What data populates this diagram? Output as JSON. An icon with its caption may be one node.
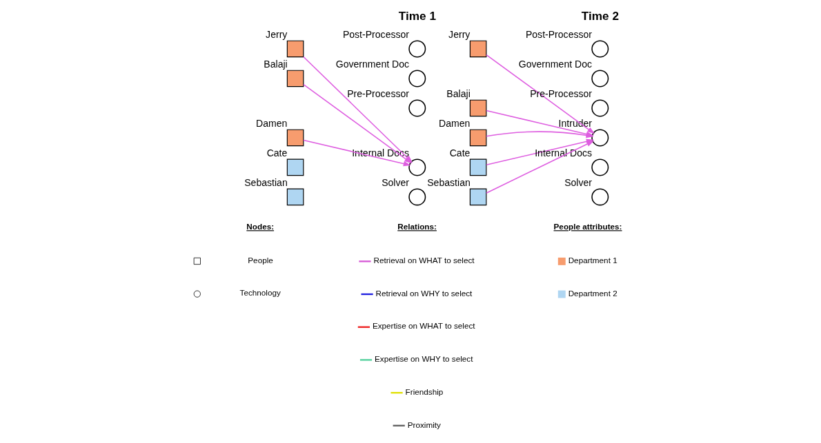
{
  "diagram": {
    "nodes": [
      {
        "text": [
          "Jerry"
        ]
      },
      {
        "text": [
          "Balaji"
        ]
      },
      {
        "text": [
          "Damen"
        ]
      },
      {
        "text": [
          "Cate"
        ]
      },
      {
        "text": [
          "Sebastian"
        ]
      },
      {
        "text": [
          "Post-Processor"
        ]
      },
      {
        "text": [
          "Government Doc"
        ]
      },
      {
        "text": [
          "Pre-Processor"
        ]
      },
      {
        "text": [
          "Internal Docs"
        ]
      },
      {
        "text": [
          "Solver"
        ]
      },
      {
        "text": [
          "Jerry"
        ]
      },
      {
        "text": [
          "Balaji"
        ]
      },
      {
        "text": [
          "Damen"
        ]
      },
      {
        "text": [
          "Cate"
        ]
      },
      {
        "text": [
          "Sebastian"
        ]
      },
      {
        "text": [
          "Post-Processor"
        ]
      },
      {
        "text": [
          "Government Doc"
        ]
      },
      {
        "text": [
          "Pre-Processor"
        ]
      },
      {
        "text": [
          "Intruder"
        ]
      },
      {
        "text": [
          "Internal Docs"
        ]
      },
      {
        "text": [
          "Solver"
        ]
      }
    ],
    "edges": [
      {
        "from": 0,
        "to": 8,
        "arrow": "to"
      },
      {
        "from": 1,
        "to": 8,
        "arrow": "to"
      },
      {
        "from": 2,
        "to": 8,
        "arrow": "to"
      },
      {
        "from": 10,
        "to": 18,
        "arrow": "to"
      },
      {
        "from": 11,
        "to": 18,
        "arrow": "to"
      },
      {
        "from": 12,
        "to": 18,
        "arrow": "to"
      },
      {
        "from": 13,
        "to": 18,
        "arrow": "to"
      },
      {
        "from": 14,
        "to": 18,
        "arrow": "to"
      }
    ],
    "labels": [
      "Time 1",
      "Time 2",
      "Nodes:",
      "Relations:",
      "People attributes:"
    ],
    "legend": [
      {
        "text": "People"
      },
      {
        "text": "Technology"
      },
      {
        "text": "Retrieval on WHAT to select"
      },
      {
        "text": "Retrieval on WHY to select"
      },
      {
        "text": "Expertise on WHAT to select"
      },
      {
        "text": "Expertise on WHY to select"
      },
      {
        "text": "Friendship"
      },
      {
        "text": "Proximity"
      },
      {
        "text": "Department 1",
        "color": "#f79c6e"
      },
      {
        "text": "Department 2",
        "color": "#afd6f2"
      }
    ]
  }
}
